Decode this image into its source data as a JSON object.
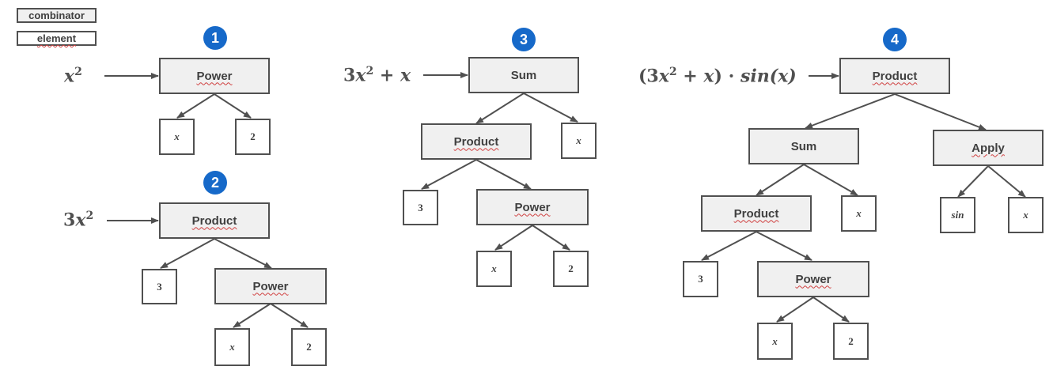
{
  "legend": {
    "combinator": "combinator",
    "element": "element"
  },
  "badges": [
    "1",
    "2",
    "3",
    "4"
  ],
  "expressions": {
    "e1": {
      "base": "x",
      "exp": "2"
    },
    "e2": {
      "coef": "3",
      "base": "x",
      "exp": "2"
    },
    "e3": {
      "coef": "3",
      "base": "x",
      "exp": "2",
      "op": "+",
      "term": "x"
    },
    "e4": {
      "lparen": "(",
      "coef": "3",
      "base": "x",
      "exp": "2",
      "op": "+",
      "term": "x",
      "rparen": ")",
      "dot": "·",
      "func": "sin",
      "arg": "(x)"
    }
  },
  "trees": {
    "t1": {
      "power": "Power",
      "x": "x",
      "two": "2"
    },
    "t2": {
      "product": "Product",
      "three": "3",
      "power": "Power",
      "x": "x",
      "two": "2"
    },
    "t3": {
      "sum": "Sum",
      "product": "Product",
      "x_top": "x",
      "three": "3",
      "power": "Power",
      "x": "x",
      "two": "2"
    },
    "t4": {
      "product": "Product",
      "sum": "Sum",
      "apply": "Apply",
      "inner_product": "Product",
      "x_sum": "x",
      "sin": "sin",
      "x_apply": "x",
      "three": "3",
      "power": "Power",
      "x": "x",
      "two": "2"
    }
  }
}
